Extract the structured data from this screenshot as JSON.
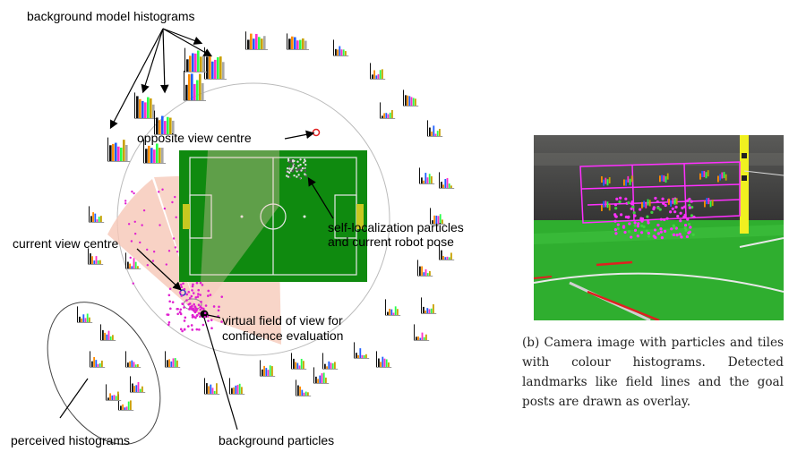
{
  "figure_a": {
    "labels": {
      "background_model_histograms": "background model histograms",
      "opposite_view_centre": "opposite view centre",
      "self_localization_line1": "self-localization particles",
      "self_localization_line2": "and current robot pose",
      "current_view_centre": "current view centre",
      "virtual_fov_line1": "virtual field of view for",
      "virtual_fov_line2": "confidence evaluation",
      "perceived_histograms": "perceived histograms",
      "background_particles": "background particles"
    },
    "colors": {
      "field_green": "#0f8a0f",
      "fov_fill": "#f6c7b6",
      "particle_magenta": "#e020d0",
      "goal_yellow": "#c8c820",
      "opposite_marker": "#e02020"
    },
    "histogram_bar_colors": [
      "#111111",
      "#ff8c00",
      "#1e5fff",
      "#ff2fc8",
      "#2aff4a",
      "#c8a000",
      "#a8a8a8"
    ]
  },
  "figure_b": {
    "caption": "(b) Camera image with particles and tiles with colour histograms. Detected landmarks like field lines and the goal posts are drawn as overlay.",
    "colors": {
      "sky_dark": "#3a3a3a",
      "turf": "#2fae2f",
      "tile_grid": "#ff30ff",
      "goal_post": "#f0f020",
      "line_red": "#e02020"
    }
  }
}
